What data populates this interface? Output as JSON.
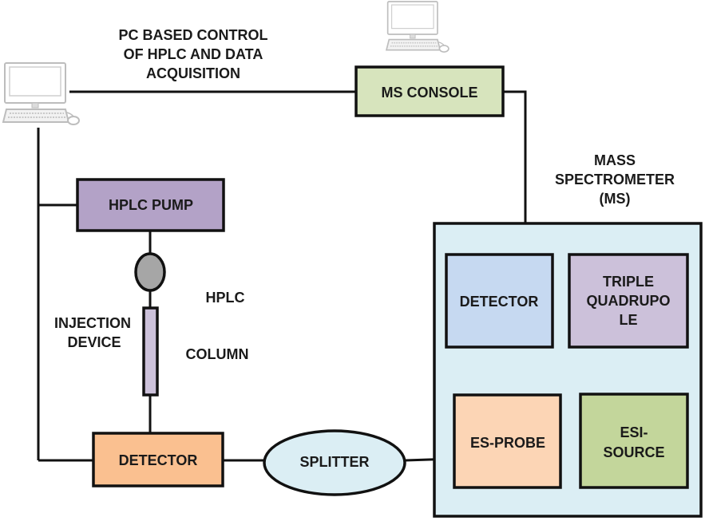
{
  "annotations": {
    "pc_control": [
      "PC BASED CONTROL",
      "OF HPLC AND  DATA",
      "ACQUISITION"
    ],
    "mass_spectrometer": [
      "MASS",
      "SPECTROMETER",
      "(MS)"
    ],
    "hplc": "HPLC",
    "column": "COLUMN",
    "injection_device": [
      "INJECTION",
      "DEVICE"
    ]
  },
  "components": {
    "ms_console": {
      "label": "MS CONSOLE",
      "color": "#d7e4bd"
    },
    "hplc_pump": {
      "label": "HPLC PUMP",
      "color": "#b3a2c7"
    },
    "hplc_detector": {
      "label": "DETECTOR",
      "color": "#fac090"
    },
    "splitter": {
      "label": "SPLITTER",
      "color": "#dbeef4"
    },
    "ms_enclosure": {
      "color": "#dbeef4"
    },
    "ms_detector": {
      "label": "DETECTOR",
      "color": "#c6d9f1"
    },
    "triple_quadrupole": {
      "label": [
        "TRIPLE",
        "QUADRUPO",
        "LE"
      ],
      "color": "#ccc1da"
    },
    "es_probe": {
      "label": "ES-PROBE",
      "color": "#fcd5b5"
    },
    "esi_source": {
      "label": [
        "ESI-",
        "SOURCE"
      ],
      "color": "#c3d69b"
    },
    "injection_valve": {
      "color": "#a6a6a6"
    },
    "column_tube": {
      "color": "#ccc1da"
    }
  },
  "icons": {
    "pc_left": "computer-icon",
    "pc_top": "computer-icon"
  }
}
